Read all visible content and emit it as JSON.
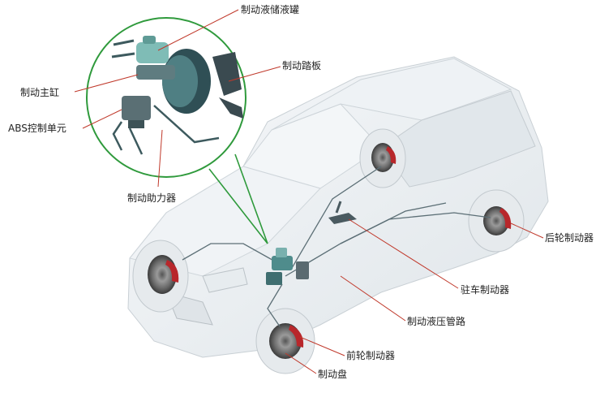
{
  "diagram": {
    "labels": {
      "reservoir": "制动液储液罐",
      "pedal": "制动踏板",
      "master_cylinder": "制动主缸",
      "abs_unit": "ABS控制单元",
      "booster": "制动助力器",
      "rear_brake": "后轮制动器",
      "parking_brake": "驻车制动器",
      "brake_line": "制动液压管路",
      "front_brake": "前轮制动器",
      "brake_disc": "制动盘"
    },
    "colors": {
      "callout_circle": "#2f9a3c",
      "leader_line": "#c0392b",
      "car_body": "#e9eef1",
      "hydraulic_unit": "#4f8c8c",
      "caliper": "#b8272b"
    }
  }
}
